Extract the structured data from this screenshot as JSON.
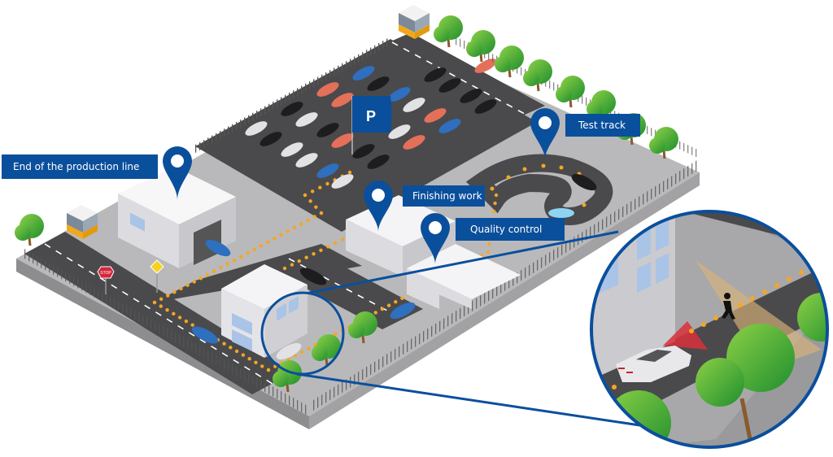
{
  "colors": {
    "brand_blue": "#0a4f9c",
    "road": "#4a4a4c",
    "ground": "#b7b7b9",
    "ground_side": "#8d8d90",
    "building": "#eeeef0",
    "window": "#a9c4e6",
    "path_dot": "#f5a623",
    "tree_light": "#7cc242",
    "tree_dark": "#2e9a2e",
    "trunk": "#8b5a2b",
    "car_red": "#e4705a",
    "car_blue": "#2f6fbf",
    "car_black": "#1d1d1f",
    "car_white": "#e2e2e4",
    "sensor_red": "#d8303a",
    "sensor_beam": "#d9b27a",
    "guardhouse_base": "#f2a81d"
  },
  "stations": [
    {
      "id": "end-of-line",
      "label": "End of the production line"
    },
    {
      "id": "finishing-work",
      "label": "Finishing work"
    },
    {
      "id": "quality-control",
      "label": "Quality control"
    },
    {
      "id": "test-track",
      "label": "Test track"
    }
  ],
  "parking": {
    "sign": "P"
  },
  "signs": {
    "stop": "STOP"
  },
  "magnifier": {
    "subject": "pedestrian-detection"
  }
}
